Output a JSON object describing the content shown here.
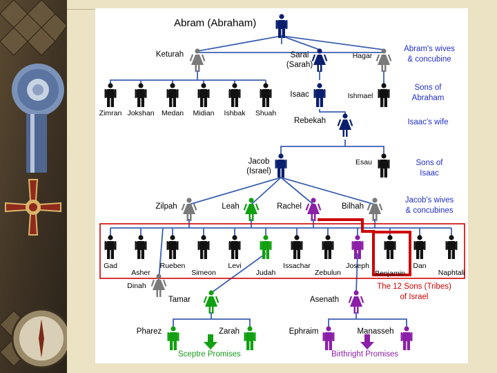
{
  "colors": {
    "navy": "#0a1f6e",
    "male_black": "#111111",
    "female_grey": "#7a7a7a",
    "green": "#11a011",
    "purple": "#8b1fa8",
    "note_blue": "#1f2fc9",
    "highlight_red": "#cc0000",
    "line_blue": "#3a5fb0"
  },
  "people": {
    "abram": "Abram (Abraham)",
    "keturah": "Keturah",
    "sarai": "Sarai\n(Sarah)",
    "hagar": "Hagar",
    "zimran": "Zimran",
    "jokshan": "Jokshan",
    "medan": "Medan",
    "midian": "Midian",
    "ishbak": "Ishbak",
    "shuah": "Shuah",
    "isaac": "Isaac",
    "ishmael": "Ishmael",
    "rebekah": "Rebekah",
    "jacob": "Jacob\n(Israel)",
    "esau": "Esau",
    "zilpah": "Zilpah",
    "leah": "Leah",
    "rachel": "Rachel",
    "bilhah": "Bilhah",
    "gad": "Gad",
    "asher": "Asher",
    "rueben": "Rueben",
    "simeon": "Simeon",
    "levi": "Levi",
    "judah": "Judah",
    "issachar": "Issachar",
    "zebulun": "Zebulun",
    "joseph": "Joseph",
    "benjamin": "Benjamin",
    "dan": "Dan",
    "naphtali": "Naphtali",
    "dinah": "Dinah",
    "tamar": "Tamar",
    "asenath": "Asenath",
    "pharez": "Pharez",
    "zarah": "Zarah",
    "ephraim": "Ephraim",
    "manasseh": "Manasseh"
  },
  "notes": {
    "abrams_wives": "Abram's wives\n& concubine",
    "sons_of_abraham": "Sons of\nAbraham",
    "isaacs_wife": "Isaac's wife",
    "sons_of_isaac": "Sons of\nIsaac",
    "jacobs_wives": "Jacob's wives\n& concubines",
    "twelve_sons": "The 12 Sons (Tribes)\nof Israel",
    "sceptre": "Sceptre Promises",
    "birthright": "Birthright Promises"
  }
}
